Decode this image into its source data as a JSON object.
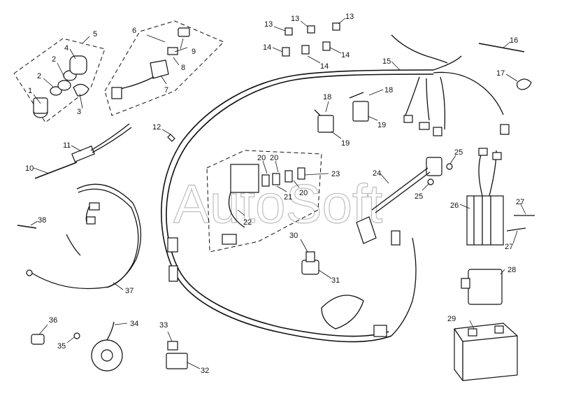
{
  "watermark": "AutoSoft",
  "callouts": [
    {
      "id": "c1",
      "text": "1"
    },
    {
      "id": "c2a",
      "text": "2"
    },
    {
      "id": "c2b",
      "text": "2"
    },
    {
      "id": "c3",
      "text": "3"
    },
    {
      "id": "c4",
      "text": "4"
    },
    {
      "id": "c5",
      "text": "5"
    },
    {
      "id": "c6",
      "text": "6"
    },
    {
      "id": "c7",
      "text": "7"
    },
    {
      "id": "c8",
      "text": "8"
    },
    {
      "id": "c9",
      "text": "9"
    },
    {
      "id": "c10",
      "text": "10"
    },
    {
      "id": "c11",
      "text": "11"
    },
    {
      "id": "c12",
      "text": "12"
    },
    {
      "id": "c13a",
      "text": "13"
    },
    {
      "id": "c13b",
      "text": "13"
    },
    {
      "id": "c13c",
      "text": "13"
    },
    {
      "id": "c14a",
      "text": "14"
    },
    {
      "id": "c14b",
      "text": "14"
    },
    {
      "id": "c14c",
      "text": "14"
    },
    {
      "id": "c15",
      "text": "15"
    },
    {
      "id": "c16",
      "text": "16"
    },
    {
      "id": "c17",
      "text": "17"
    },
    {
      "id": "c18a",
      "text": "18"
    },
    {
      "id": "c18b",
      "text": "18"
    },
    {
      "id": "c19a",
      "text": "19"
    },
    {
      "id": "c19b",
      "text": "19"
    },
    {
      "id": "c20a",
      "text": "20"
    },
    {
      "id": "c20b",
      "text": "20"
    },
    {
      "id": "c20c",
      "text": "20"
    },
    {
      "id": "c21",
      "text": "21"
    },
    {
      "id": "c22",
      "text": "22"
    },
    {
      "id": "c23",
      "text": "23"
    },
    {
      "id": "c24",
      "text": "24"
    },
    {
      "id": "c25a",
      "text": "25"
    },
    {
      "id": "c25b",
      "text": "25"
    },
    {
      "id": "c26",
      "text": "26"
    },
    {
      "id": "c27a",
      "text": "27"
    },
    {
      "id": "c27b",
      "text": "27"
    },
    {
      "id": "c28",
      "text": "28"
    },
    {
      "id": "c29",
      "text": "29"
    },
    {
      "id": "c30",
      "text": "30"
    },
    {
      "id": "c31",
      "text": "31"
    },
    {
      "id": "c32",
      "text": "32"
    },
    {
      "id": "c33",
      "text": "33"
    },
    {
      "id": "c34",
      "text": "34"
    },
    {
      "id": "c35",
      "text": "35"
    },
    {
      "id": "c36",
      "text": "36"
    },
    {
      "id": "c37",
      "text": "37"
    },
    {
      "id": "c38",
      "text": "38"
    }
  ]
}
